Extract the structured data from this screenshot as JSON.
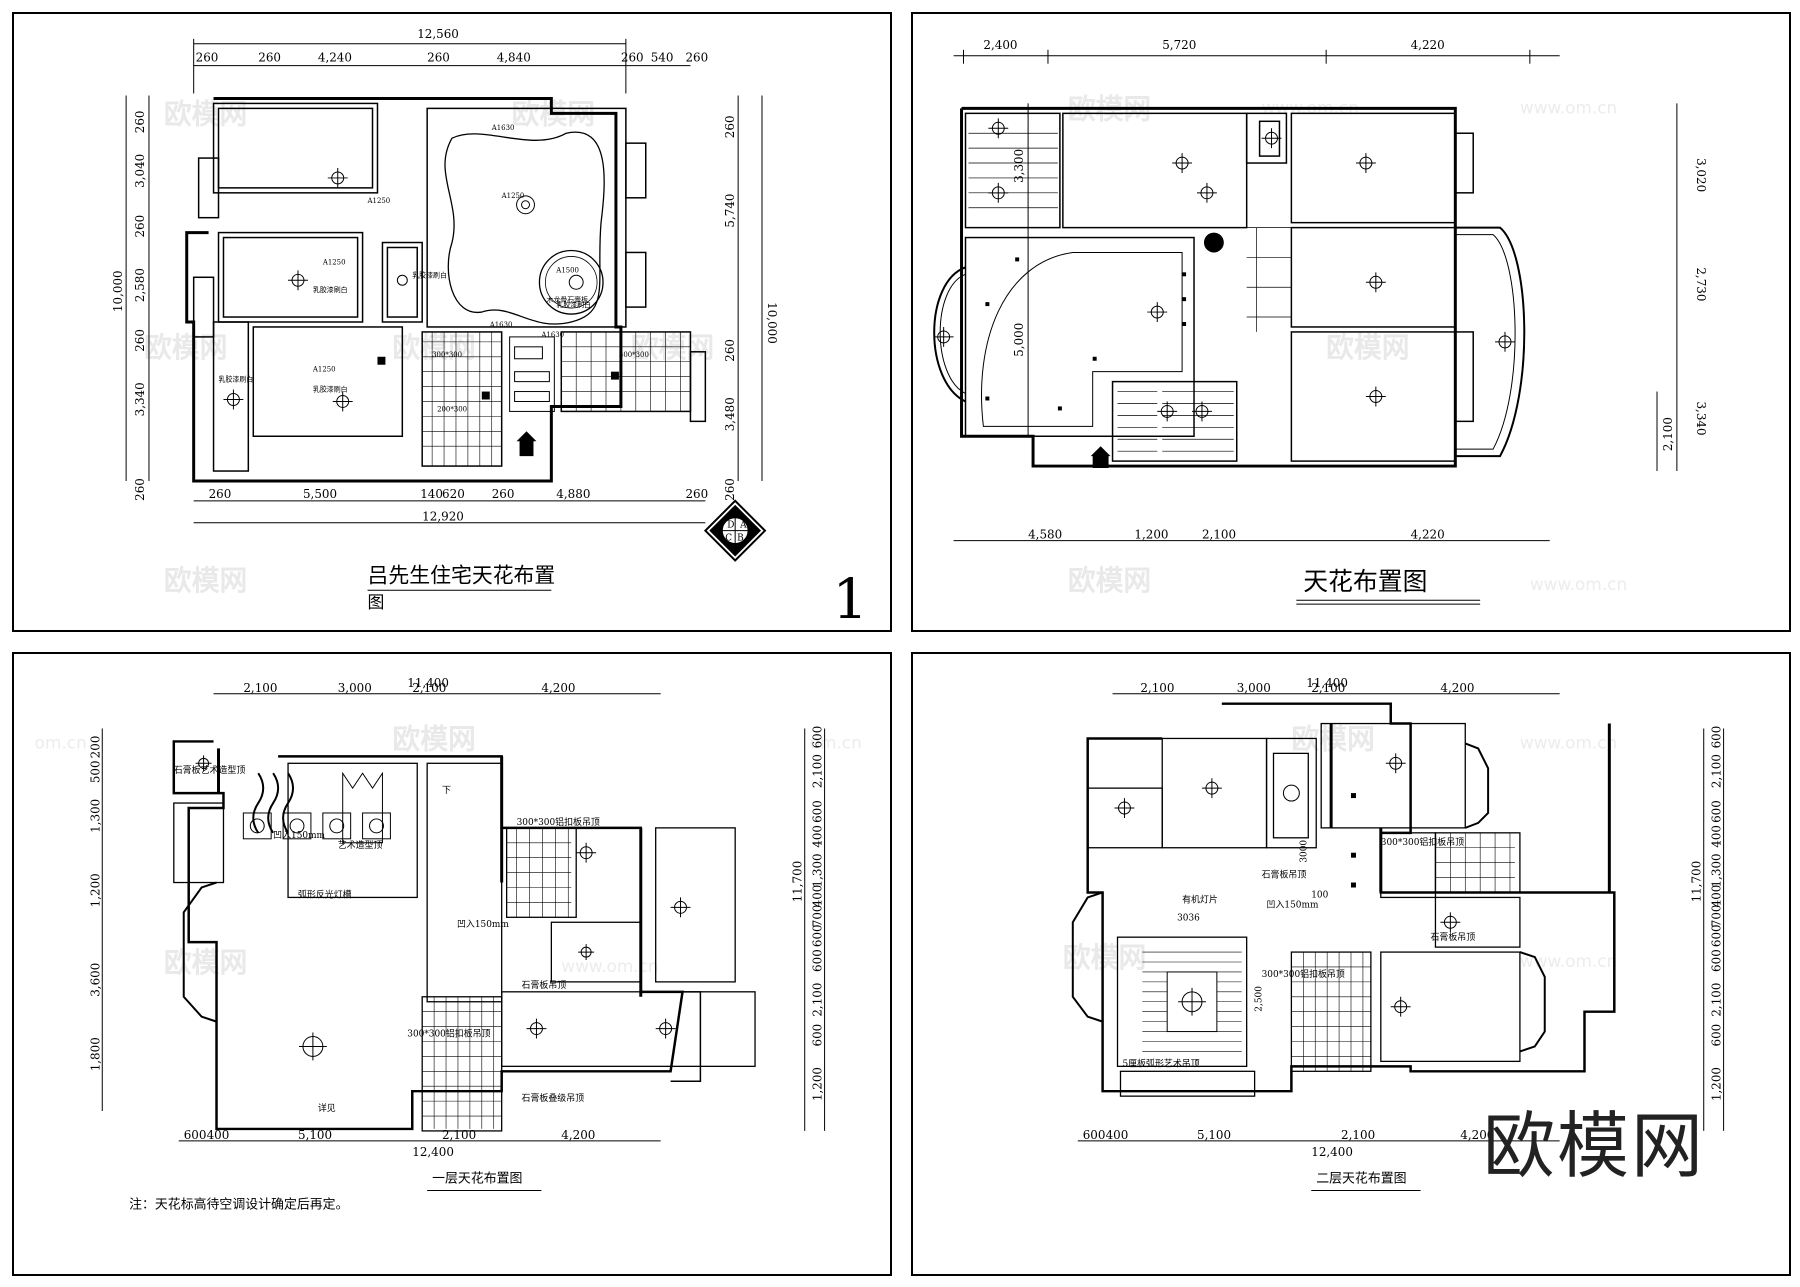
{
  "sheets": [
    {
      "title": "吕先生住宅天花布置",
      "title_line2": "图",
      "sheet_number": "1",
      "dims_top": [
        "12,560",
        "260",
        "260",
        "4,240",
        "260",
        "4,840",
        "260",
        "540",
        "260"
      ],
      "dims_bottom": [
        "260",
        "5,500",
        "140",
        "620",
        "260",
        "4,880",
        "260",
        "12,920"
      ],
      "dims_left": [
        "10,000",
        "260",
        "3,040",
        "260",
        "2,580",
        "260",
        "3,340",
        "260"
      ],
      "dims_right": [
        "260",
        "5,740",
        "10,000",
        "260",
        "3,480",
        "260"
      ],
      "compass": [
        "A",
        "B",
        "C",
        "D"
      ],
      "room_labels": [
        "A1250",
        "A1250",
        "A1250",
        "A1630",
        "A1630",
        "A1250",
        "A1500",
        "A1630",
        "300*300",
        "300*300",
        "200*300",
        "乳胶漆刷白",
        "乳胶漆刷白",
        "乳胶漆刷白",
        "乳胶漆刷白",
        "乳胶漆刷白",
        "木龙骨石膏板"
      ]
    },
    {
      "title": "天花布置图",
      "dims_top": [
        "2,400",
        "5,720",
        "4,220"
      ],
      "dims_bottom": [
        "4,580",
        "1,200",
        "2,100",
        "4,220"
      ],
      "dims_left": [
        "3,300",
        "5,000"
      ],
      "dims_right": [
        "3,020",
        "2,730",
        "3,340",
        "2,100"
      ]
    },
    {
      "title": "一层天花布置图",
      "note": "注：天花标高待空调设计确定后再定。",
      "dims_top_total": "11,400",
      "dims_top": [
        "2,100",
        "3,000",
        "2,100",
        "4,200"
      ],
      "dims_bottom": [
        "600",
        "400",
        "5,100",
        "2,100",
        "4,200"
      ],
      "dims_bottom_total": "12,400",
      "dims_left": [
        "200",
        "500",
        "1,300",
        "1,200",
        "3,600",
        "1,800"
      ],
      "dims_right": [
        "600",
        "2,100",
        "600",
        "400",
        "1,300",
        "400",
        "700",
        "600",
        "600",
        "2,100",
        "600",
        "1,200",
        "11,700"
      ],
      "labels": [
        "石膏板艺术造型顶",
        "凹入150mm",
        "艺术造型顶",
        "下",
        "300*300铝扣板吊顶",
        "凹入150mm",
        "弧形反光灯槽",
        "石膏板吊顶",
        "300*300铝扣板吊顶",
        "详见",
        "石膏板叠级吊顶"
      ]
    },
    {
      "title": "二层天花布置图",
      "dims_top_total": "11,400",
      "dims_top": [
        "2,100",
        "3,000",
        "2,100",
        "4,200"
      ],
      "dims_bottom": [
        "600",
        "400",
        "5,100",
        "2,100",
        "4,200"
      ],
      "dims_bottom_total": "12,400",
      "dims_left": [
        "3036",
        "2,500"
      ],
      "dims_right": [
        "600",
        "2,100",
        "600",
        "400",
        "1,300",
        "400",
        "700",
        "600",
        "600",
        "2,100",
        "600",
        "1,200",
        "11,700"
      ],
      "labels": [
        "300*300铝扣板吊顶",
        "3000",
        "石膏板吊顶",
        "100",
        "有机灯片",
        "凹入150mm",
        "石膏板吊顶",
        "300*300铝扣板吊顶",
        "5厘板弧形艺术吊顶"
      ]
    }
  ],
  "watermark": "欧模网",
  "watermark_url": "www.om.cn"
}
